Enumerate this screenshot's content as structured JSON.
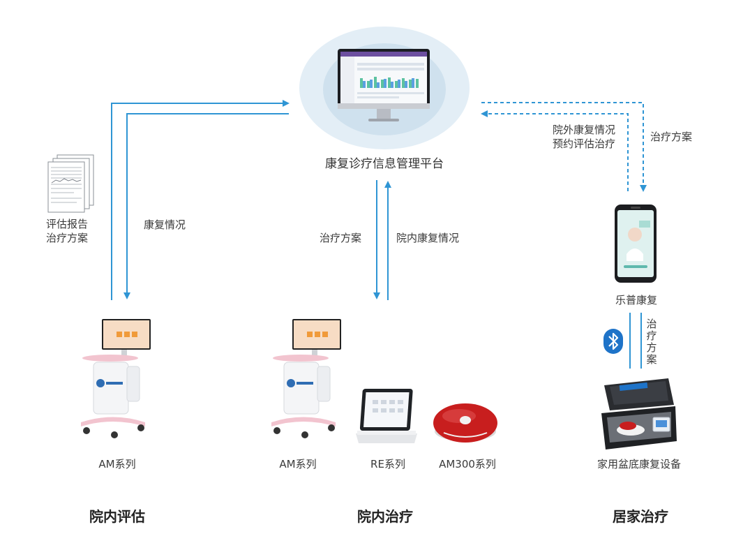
{
  "colors": {
    "arrow": "#2f95d4",
    "platform_glow": "#dbe9f3",
    "cart_pink": "#f2c4cf",
    "device_red": "#c81e1e"
  },
  "platform": {
    "label": "康复诊疗信息管理平台",
    "icon": "monitor-dashboard"
  },
  "left_branch": {
    "doc_label_line1": "评估报告",
    "doc_label_line2": "治疗方案",
    "arrow_label": "康复情况",
    "device_label": "AM系列",
    "heading": "院内评估"
  },
  "middle_branch": {
    "arrow_label_down": "治疗方案",
    "arrow_label_up": "院内康复情况",
    "devices": [
      "AM系列",
      "RE系列",
      "AM300系列"
    ],
    "heading": "院内治疗"
  },
  "right_branch": {
    "arrow_label_in_line1": "院外康复情况",
    "arrow_label_in_line2": "预约评估治疗",
    "arrow_label_out": "治疗方案",
    "app_label": "乐普康复",
    "bluetooth_label": "治疗方案",
    "device_label": "家用盆底康复设备",
    "heading": "居家治疗",
    "icon": "bluetooth"
  }
}
